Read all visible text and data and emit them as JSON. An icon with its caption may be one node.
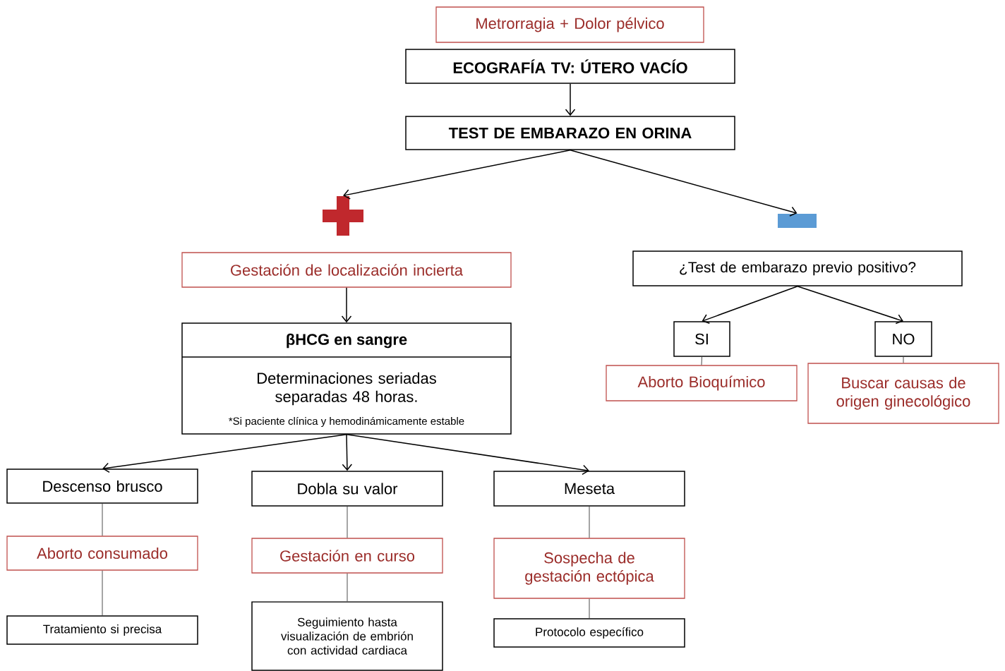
{
  "diagram": {
    "nodes": [
      {
        "text": [
          "Metrorragia + Dolor pélvico"
        ]
      },
      {
        "text": [
          "ECOGRAFÍA TV: ÚTERO VACÍO"
        ]
      },
      {
        "text": [
          "TEST DE EMBARAZO EN ORINA"
        ]
      },
      {
        "text": [],
        "shape": "cross"
      },
      {
        "text": [],
        "shape": "bar"
      },
      {
        "text": [
          "Gestación de localización incierta"
        ]
      },
      {
        "text": [
          "βHCG en sangre",
          "Determinaciones seriadas separadas 48 horas.",
          "*Si paciente clínica y hemodinámicamente estable"
        ]
      },
      {
        "text": [
          "¿Test de embarazo previo positivo?"
        ]
      },
      {
        "text": [
          "SI"
        ]
      },
      {
        "text": [
          "NO"
        ]
      },
      {
        "text": [
          "Aborto Bioquímico"
        ]
      },
      {
        "text": [
          "Buscar causas de origen ginecológico"
        ]
      },
      {
        "text": [
          "Descenso brusco"
        ]
      },
      {
        "text": [
          "Dobla su valor"
        ]
      },
      {
        "text": [
          "Meseta"
        ]
      },
      {
        "text": [
          "Aborto consumado"
        ]
      },
      {
        "text": [
          "Tratamiento si precisa"
        ]
      },
      {
        "text": [
          "Gestación en curso"
        ]
      },
      {
        "text": [
          "Seguimiento hasta visualización de embrión con actividad cardiaca"
        ]
      },
      {
        "text": [
          "Sospecha de gestación ectópica"
        ]
      },
      {
        "text": [
          "Protocolo específico"
        ]
      }
    ],
    "edges": [
      {
        "from": 1,
        "to": 2,
        "arrow": "to"
      },
      {
        "from": 2,
        "to": 3,
        "arrow": "to"
      },
      {
        "from": 2,
        "to": 4,
        "arrow": "to"
      },
      {
        "from": 5,
        "to": 6,
        "arrow": "to"
      },
      {
        "from": 7,
        "to": 8,
        "arrow": "to"
      },
      {
        "from": 7,
        "to": 9,
        "arrow": "to"
      },
      {
        "from": 8,
        "to": 10,
        "arrow": "none"
      },
      {
        "from": 9,
        "to": 11,
        "arrow": "none"
      },
      {
        "from": 6,
        "to": 12,
        "arrow": "to"
      },
      {
        "from": 6,
        "to": 13,
        "arrow": "to"
      },
      {
        "from": 6,
        "to": 14,
        "arrow": "to"
      },
      {
        "from": 12,
        "to": 15,
        "arrow": "none"
      },
      {
        "from": 15,
        "to": 16,
        "arrow": "none"
      },
      {
        "from": 13,
        "to": 17,
        "arrow": "none"
      },
      {
        "from": 17,
        "to": 18,
        "arrow": "none"
      },
      {
        "from": 14,
        "to": 19,
        "arrow": "none"
      },
      {
        "from": 19,
        "to": 20,
        "arrow": "none"
      }
    ]
  }
}
